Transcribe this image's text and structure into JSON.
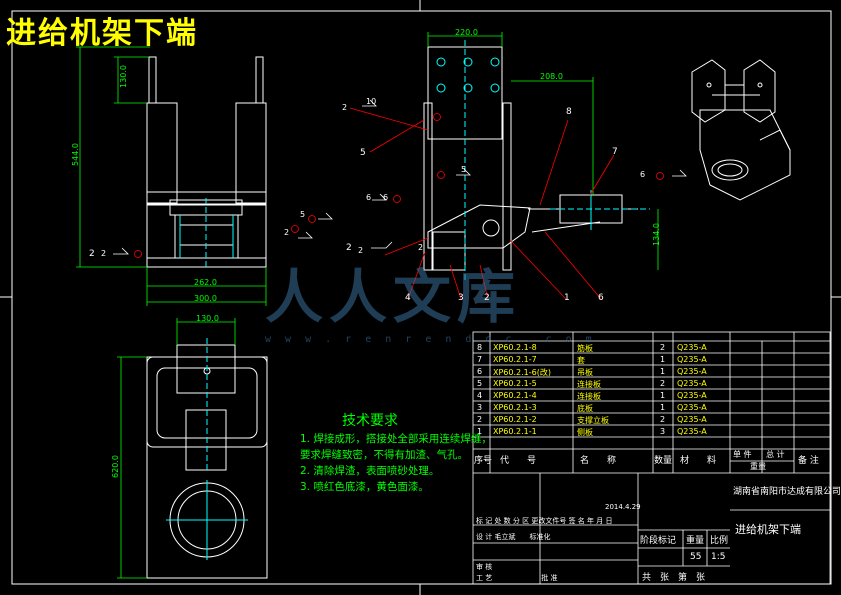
{
  "title": "进给机架下端",
  "dimensions": {
    "top_width": "220.0",
    "right_offset": "208.0",
    "height_left": "544.0",
    "top_left": "130.0",
    "base_width_1": "262.0",
    "base_width_2": "300.0",
    "small_right": "134.0",
    "plan_width": "130.0",
    "plan_height": "620.0",
    "leader_10": "10"
  },
  "weld_marks": [
    "2",
    "6",
    "5",
    "6",
    "2",
    "5",
    "2",
    "2",
    "6",
    "2"
  ],
  "balloons": [
    "5",
    "8",
    "7",
    "6",
    "4",
    "3",
    "2",
    "1",
    "2",
    "2"
  ],
  "tech_requirements": {
    "heading": "技术要求",
    "items": [
      "1. 焊接成形，搭接处全部采用连续焊缝，",
      "   要求焊缝致密，不得有加渣、气孔。",
      "2. 清除焊渣，表面喷砂处理。",
      "3. 喷红色底漆，黄色面漆。"
    ]
  },
  "parts_list": [
    {
      "no": "8",
      "code": "XP60.2.1-8",
      "name": "筋板",
      "qty": "2",
      "material": "Q235-A"
    },
    {
      "no": "7",
      "code": "XP60.2.1-7",
      "name": "套",
      "qty": "1",
      "material": "Q235-A"
    },
    {
      "no": "6",
      "code": "XP60.2.1-6(改)",
      "name": "吊板",
      "qty": "1",
      "material": "Q235-A"
    },
    {
      "no": "5",
      "code": "XP60.2.1-5",
      "name": "连接板",
      "qty": "2",
      "material": "Q235-A"
    },
    {
      "no": "4",
      "code": "XP60.2.1-4",
      "name": "连接板",
      "qty": "1",
      "material": "Q235-A"
    },
    {
      "no": "3",
      "code": "XP60.2.1-3",
      "name": "底板",
      "qty": "1",
      "material": "Q235-A"
    },
    {
      "no": "2",
      "code": "XP60.2.1-2",
      "name": "支撑立板",
      "qty": "2",
      "material": "Q235-A"
    },
    {
      "no": "1",
      "code": "XP60.2.1-1",
      "name": "侧板",
      "qty": "3",
      "material": "Q235-A"
    }
  ],
  "table_header": {
    "seq": "序号",
    "code": "代　　号",
    "name": "名　　称",
    "qty": "数量",
    "material": "材　　料",
    "unit_weight": "单 件",
    "total_weight": "总 计",
    "weight": "重量",
    "remark": "备 注"
  },
  "title_block": {
    "company": "湖南省南阳市达成有限公司",
    "drawing_name": "进给机架下端",
    "stage_label": "阶段标记",
    "weight_label": "重量",
    "scale_label": "比例",
    "weight_value": "55",
    "scale_value": "1:5",
    "sheet_label": "共　张　第　张",
    "date": "2014.4.29",
    "row_mark": "标 记 处 数 分 区 更改文件号 签 名 年 月 日",
    "row_design": "设 计 毛立斌　　标准化",
    "row_check": "审 核",
    "row_process": "工 艺　　　　　　　批 准"
  },
  "watermark": {
    "text": "人人文库",
    "url": "w w w . r e n r e n d o c . c o m"
  }
}
